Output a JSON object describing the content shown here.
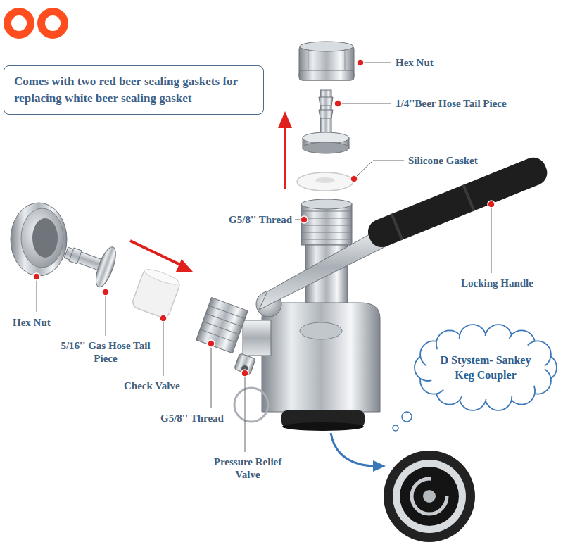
{
  "diagram": {
    "nodes": [
      {
        "text": [
          "Comes with two red beer sealing gaskets for replacing white beer sealing gasket"
        ]
      },
      {
        "text": [
          "D Stystem- Sankey Keg Coupler"
        ]
      }
    ],
    "labels": [
      "Hex Nut",
      "1/4''Beer Hose Tail Piece",
      "Silicone Gasket",
      "G5/8'' Thread",
      "Locking Handle",
      "Hex Nut",
      "5/16'' Gas Hose Tail Piece",
      "Check Valve",
      "G5/8'' Thread",
      "Pressure Relief Valve"
    ]
  }
}
